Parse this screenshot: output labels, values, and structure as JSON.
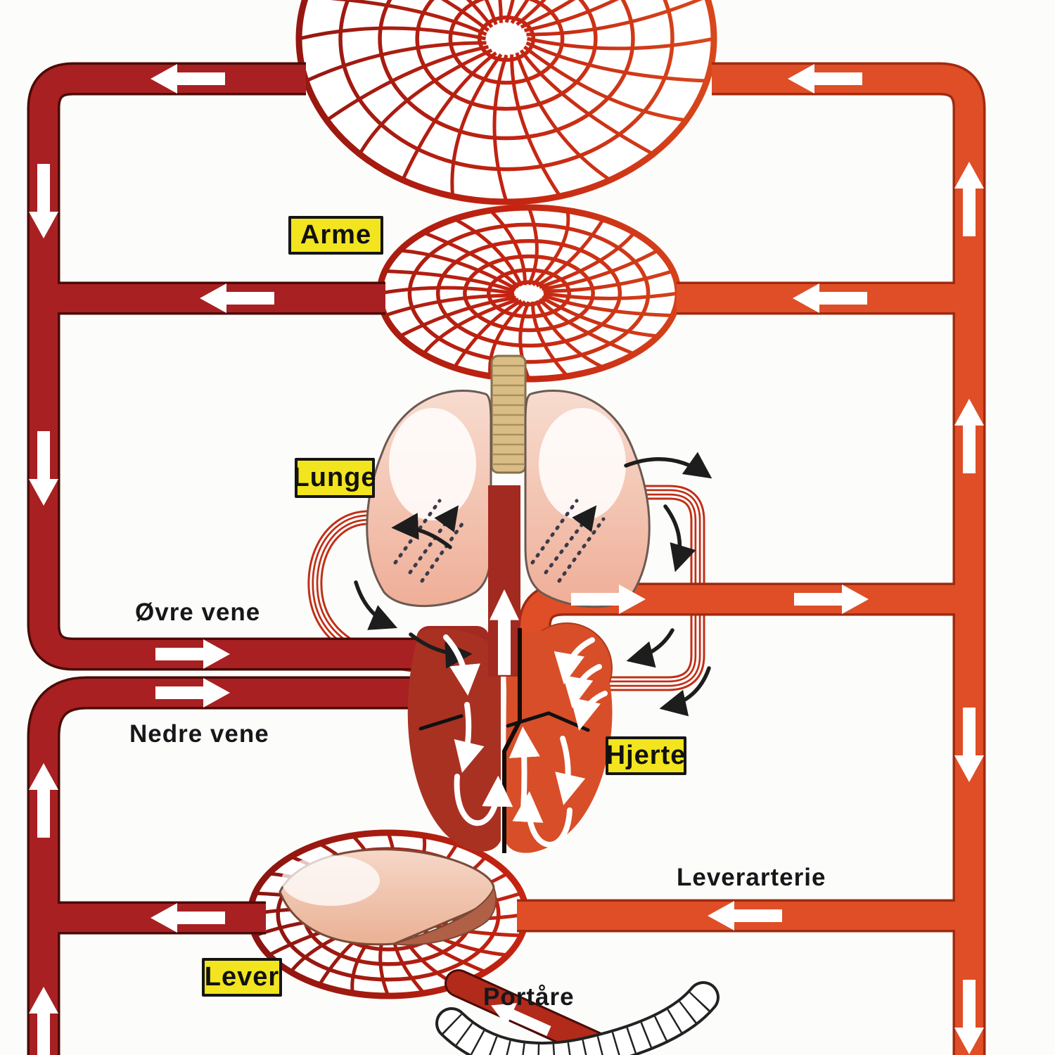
{
  "labels": {
    "arme": "Arme",
    "lunge": "Lunge",
    "hjerte": "Hjerte",
    "lever": "Lever",
    "ovre_vene": "Øvre vene",
    "nedre_vene": "Nedre vene",
    "leverarterie": "Leverarterie",
    "portare": "Portåre"
  },
  "colors": {
    "vein_red": "#a82022",
    "artery_orange": "#df4e26",
    "capillary_dark": "#8a1410",
    "capillary_bright": "#d9481c",
    "label_yellow": "#f2e41f",
    "label_border_black": "#151515",
    "lung_pink": "#f2b9a4",
    "liver_tan": "#eab194",
    "trachea_tan": "#d9bd85",
    "heart_left_dark_red": "#a93122",
    "heart_right_orange": "#d84e28",
    "arrow_white": "#ffffff",
    "arrow_black": "#1d1d1d",
    "background": "#fcfcfa",
    "text_black": "#17171a"
  }
}
